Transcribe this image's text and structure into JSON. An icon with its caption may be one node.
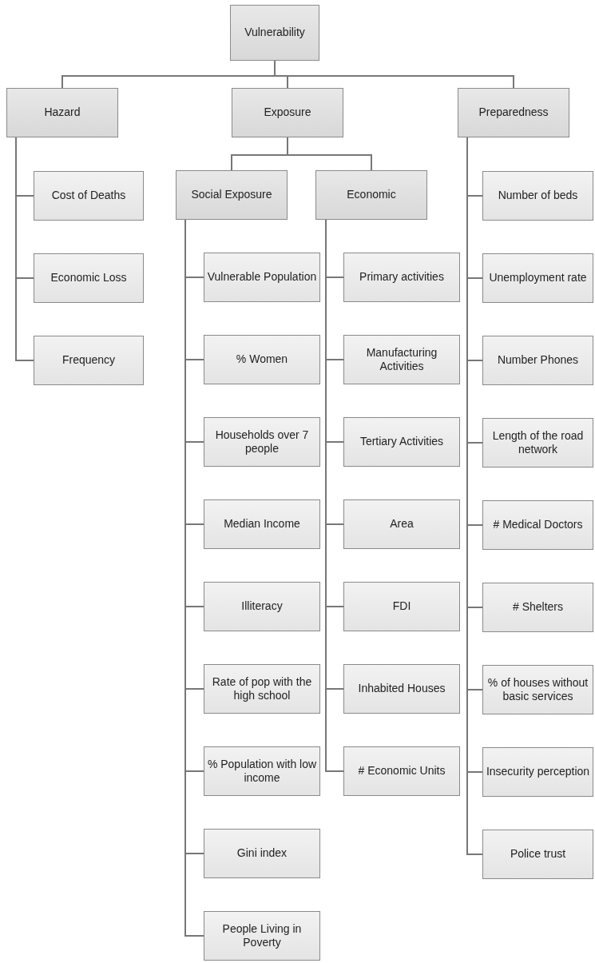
{
  "diagram": {
    "nodes": [
      {
        "text": [
          "Vulnerability"
        ]
      },
      {
        "text": [
          "Hazard"
        ]
      },
      {
        "text": [
          "Exposure"
        ]
      },
      {
        "text": [
          "Preparedness"
        ]
      },
      {
        "text": [
          "Cost of Deaths"
        ]
      },
      {
        "text": [
          "Economic Loss"
        ]
      },
      {
        "text": [
          "Frequency"
        ]
      },
      {
        "text": [
          "Social Exposure"
        ]
      },
      {
        "text": [
          "Economic"
        ]
      },
      {
        "text": [
          "Vulnerable Population"
        ]
      },
      {
        "text": [
          "% Women"
        ]
      },
      {
        "text": [
          "Households over 7 people"
        ]
      },
      {
        "text": [
          "Median Income"
        ]
      },
      {
        "text": [
          "Illiteracy"
        ]
      },
      {
        "text": [
          "Rate of pop with the high school"
        ]
      },
      {
        "text": [
          "% Population with low income"
        ]
      },
      {
        "text": [
          "Gini index"
        ]
      },
      {
        "text": [
          "People Living in Poverty"
        ]
      },
      {
        "text": [
          "Primary activities"
        ]
      },
      {
        "text": [
          "Manufacturing Activities"
        ]
      },
      {
        "text": [
          "Tertiary Activities"
        ]
      },
      {
        "text": [
          "Area"
        ]
      },
      {
        "text": [
          "FDI"
        ]
      },
      {
        "text": [
          "Inhabited Houses"
        ]
      },
      {
        "text": [
          "# Economic Units"
        ]
      },
      {
        "text": [
          "Number of beds"
        ]
      },
      {
        "text": [
          "Unemployment rate"
        ]
      },
      {
        "text": [
          "Number Phones"
        ]
      },
      {
        "text": [
          "Length of the road network"
        ]
      },
      {
        "text": [
          "# Medical Doctors"
        ]
      },
      {
        "text": [
          "# Shelters"
        ]
      },
      {
        "text": [
          "% of houses without basic services"
        ]
      },
      {
        "text": [
          "Insecurity perception"
        ]
      },
      {
        "text": [
          "Police trust"
        ]
      }
    ],
    "edges": [
      {
        "from": 0,
        "to": 1,
        "arrow": "none"
      },
      {
        "from": 0,
        "to": 2,
        "arrow": "none"
      },
      {
        "from": 0,
        "to": 3,
        "arrow": "none"
      },
      {
        "from": 1,
        "to": 4,
        "arrow": "none"
      },
      {
        "from": 1,
        "to": 5,
        "arrow": "none"
      },
      {
        "from": 1,
        "to": 6,
        "arrow": "none"
      },
      {
        "from": 2,
        "to": 7,
        "arrow": "none"
      },
      {
        "from": 2,
        "to": 8,
        "arrow": "none"
      },
      {
        "from": 7,
        "to": 9,
        "arrow": "none"
      },
      {
        "from": 7,
        "to": 10,
        "arrow": "none"
      },
      {
        "from": 7,
        "to": 11,
        "arrow": "none"
      },
      {
        "from": 7,
        "to": 12,
        "arrow": "none"
      },
      {
        "from": 7,
        "to": 13,
        "arrow": "none"
      },
      {
        "from": 7,
        "to": 14,
        "arrow": "none"
      },
      {
        "from": 7,
        "to": 15,
        "arrow": "none"
      },
      {
        "from": 7,
        "to": 16,
        "arrow": "none"
      },
      {
        "from": 7,
        "to": 17,
        "arrow": "none"
      },
      {
        "from": 8,
        "to": 18,
        "arrow": "none"
      },
      {
        "from": 8,
        "to": 19,
        "arrow": "none"
      },
      {
        "from": 8,
        "to": 20,
        "arrow": "none"
      },
      {
        "from": 8,
        "to": 21,
        "arrow": "none"
      },
      {
        "from": 8,
        "to": 22,
        "arrow": "none"
      },
      {
        "from": 8,
        "to": 23,
        "arrow": "none"
      },
      {
        "from": 8,
        "to": 24,
        "arrow": "none"
      },
      {
        "from": 3,
        "to": 25,
        "arrow": "none"
      },
      {
        "from": 3,
        "to": 26,
        "arrow": "none"
      },
      {
        "from": 3,
        "to": 27,
        "arrow": "none"
      },
      {
        "from": 3,
        "to": 28,
        "arrow": "none"
      },
      {
        "from": 3,
        "to": 29,
        "arrow": "none"
      },
      {
        "from": 3,
        "to": 30,
        "arrow": "none"
      },
      {
        "from": 3,
        "to": 31,
        "arrow": "none"
      },
      {
        "from": 3,
        "to": 32,
        "arrow": "none"
      },
      {
        "from": 3,
        "to": 33,
        "arrow": "none"
      }
    ]
  }
}
